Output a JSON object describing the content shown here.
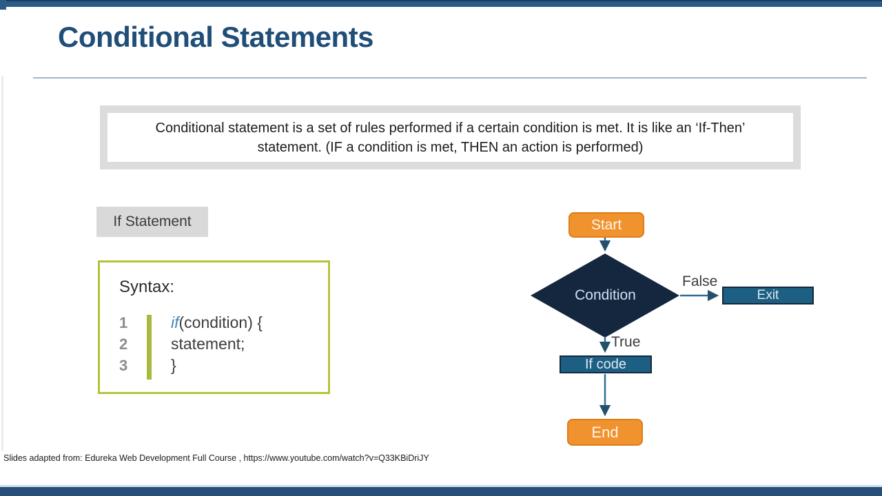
{
  "slide": {
    "title": "Conditional Statements",
    "description": "Conditional statement is a set of rules performed if a certain condition is met. It is like an ‘If-Then’ statement. (IF a condition is met, THEN an action is performed)",
    "caption": "Slides adapted from: Edureka Web Development Full Course , https://www.youtube.com/watch?v=Q33KBiDriJY"
  },
  "if_statement": {
    "label": "If Statement",
    "syntax_heading": "Syntax:",
    "code_lines": [
      {
        "number": "1",
        "keyword": "if",
        "code": "(condition) {"
      },
      {
        "number": "2",
        "keyword": "",
        "code": "statement;"
      },
      {
        "number": "3",
        "keyword": "",
        "code": "}"
      }
    ]
  },
  "flowchart": {
    "nodes": {
      "start": "Start",
      "condition": "Condition",
      "exit": "Exit",
      "if_code": "If code",
      "end": "End"
    },
    "edges": {
      "false_label": "False",
      "true_label": "True"
    }
  },
  "colors": {
    "title_blue": "#1F4E79",
    "bar_blue": "#2B5C88",
    "bottom_bar_blue": "#274F77",
    "orange": "#F0922E",
    "navy_diamond": "#14273E",
    "teal_box": "#1D5F82",
    "arrow": "#2F7092",
    "syntax_green": "#B5C33B",
    "label_gray": "#D9D9D9"
  }
}
